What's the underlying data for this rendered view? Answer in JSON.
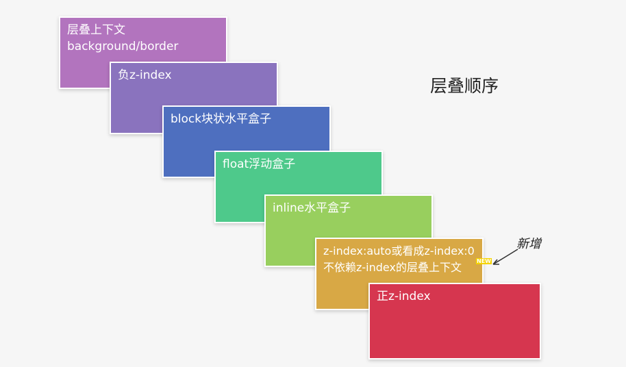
{
  "title": "层叠顺序",
  "layers": [
    {
      "line1": "层叠上下文",
      "line2": "background/border",
      "color": "#b274be"
    },
    {
      "line1": "负z-index",
      "line2": "",
      "color": "#8a73be"
    },
    {
      "line1": "block块状水平盒子",
      "line2": "",
      "color": "#4e6fbf"
    },
    {
      "line1": "float浮动盒子",
      "line2": "",
      "color": "#4ec98b"
    },
    {
      "line1": "inline水平盒子",
      "line2": "",
      "color": "#98cf5e"
    },
    {
      "line1": "z-index:auto或看成z-index:0",
      "line2": "不依赖z-index的层叠上下文",
      "color": "#d8a845"
    },
    {
      "line1": "正z-index",
      "line2": "",
      "color": "#d6364f"
    }
  ],
  "badge": "NEW",
  "annotation": "新增"
}
